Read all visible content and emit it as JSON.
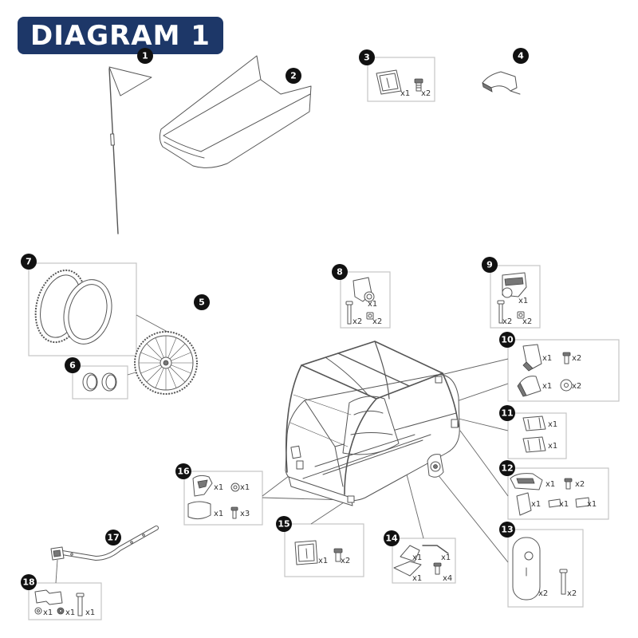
{
  "title": "DIAGRAM 1",
  "colors": {
    "title_badge": "#1d3768",
    "callout": "#111111"
  },
  "parts": {
    "p1": {
      "number": "1"
    },
    "p2": {
      "number": "2"
    },
    "p3": {
      "number": "3",
      "qty": [
        "x1",
        "x2"
      ]
    },
    "p4": {
      "number": "4"
    },
    "p5": {
      "number": "5"
    },
    "p6": {
      "number": "6"
    },
    "p7": {
      "number": "7"
    },
    "p8": {
      "number": "8",
      "qty": [
        "x1",
        "x2",
        "x2"
      ]
    },
    "p9": {
      "number": "9",
      "qty": [
        "x1",
        "x2",
        "x2"
      ]
    },
    "p10": {
      "number": "10",
      "qty": [
        "x1",
        "x2",
        "x1",
        "x2"
      ]
    },
    "p11": {
      "number": "11",
      "qty": [
        "x1",
        "x1"
      ]
    },
    "p12": {
      "number": "12",
      "qty": [
        "x1",
        "x2",
        "x1",
        "x1",
        "x1"
      ]
    },
    "p13": {
      "number": "13",
      "qty": [
        "x2",
        "x2"
      ]
    },
    "p14": {
      "number": "14",
      "qty": [
        "x1",
        "x1",
        "x1",
        "x4"
      ]
    },
    "p15": {
      "number": "15",
      "qty": [
        "x1",
        "x2"
      ]
    },
    "p16": {
      "number": "16",
      "qty": [
        "x1",
        "x1",
        "x1",
        "x3"
      ]
    },
    "p17": {
      "number": "17"
    },
    "p18": {
      "number": "18",
      "qty": [
        "x1",
        "x1",
        "x1"
      ]
    }
  }
}
